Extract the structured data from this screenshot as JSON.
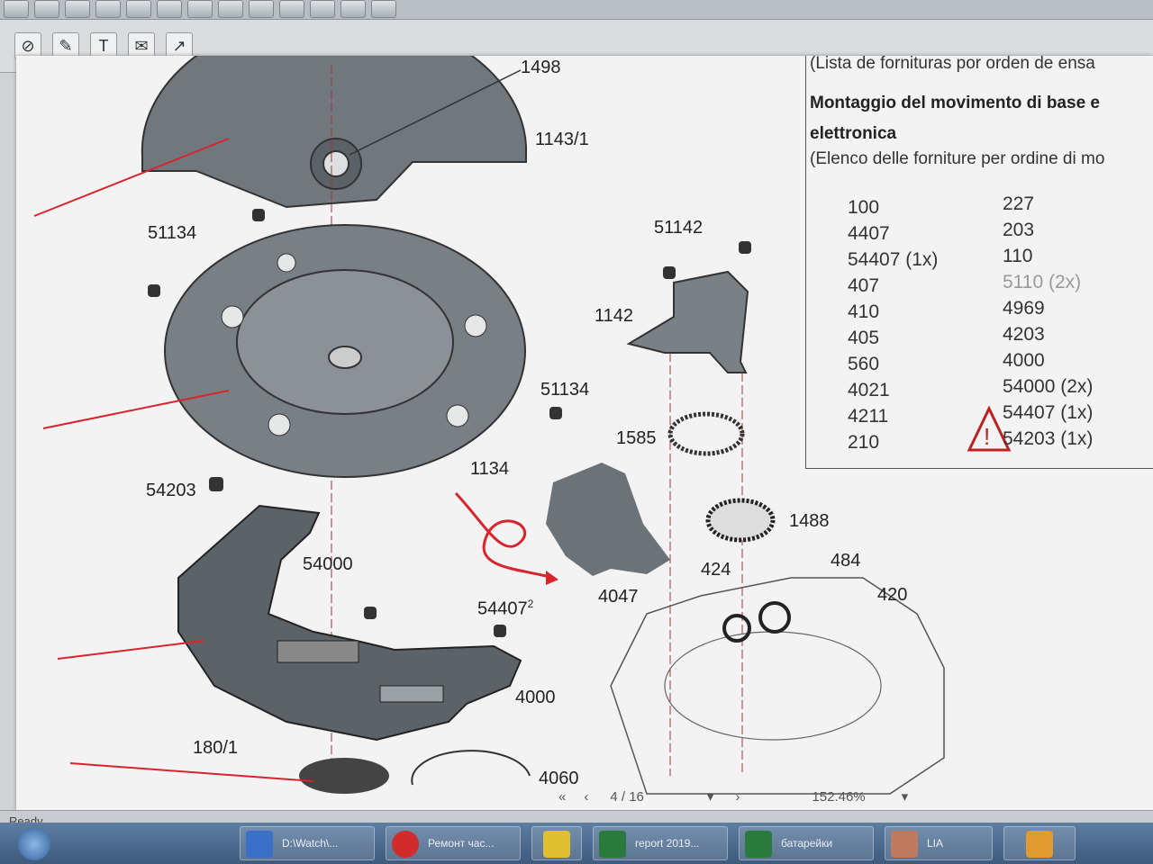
{
  "toolbar": {
    "top_buttons": [
      "open-icon",
      "print-icon",
      "email-icon",
      "back-icon",
      "forward-icon",
      "undo-icon",
      "redo-icon",
      "copy-icon",
      "paste-icon",
      "rotate-icon",
      "search-icon",
      "page-icon",
      "fit-icon"
    ],
    "tools": [
      "hide-icon",
      "edit-icon",
      "text-icon",
      "comment-icon",
      "arrow-icon"
    ]
  },
  "document": {
    "header_line": "(Lista de fornituras por orden de ensa",
    "title_it": "Montaggio del movimento di base e",
    "title_it2": "elettronica",
    "subtitle_it": "(Elenco delle forniture per ordine di mo",
    "col1": [
      "100",
      "4407",
      "54407 (1x)",
      "407",
      "410",
      "405",
      "560",
      "4021",
      "4211",
      "210"
    ],
    "col2": [
      "227",
      "203",
      "110",
      "5110 (2x)",
      "4969",
      "4203",
      "4000",
      "54000 (2x)",
      "54407 (1x)",
      "54203 (1x)"
    ],
    "labels": {
      "l1498": "1498",
      "l1143": "1143/1",
      "l51134a": "51134",
      "l51142": "51142",
      "l1142": "1142",
      "l51134b": "51134",
      "l1585": "1585",
      "l1134": "1134",
      "l54203": "54203",
      "l1488": "1488",
      "l54000": "54000",
      "l424": "424",
      "l484": "484",
      "l420": "420",
      "l54407": "54407",
      "l54407sup": "2",
      "l4047": "4047",
      "l4000": "4000",
      "l180": "180/1",
      "l4060": "4060"
    }
  },
  "navigation": {
    "page_indicator": "4 / 16",
    "zoom": "152.46%"
  },
  "status": {
    "text": "Ready"
  },
  "taskbar": {
    "items": [
      {
        "label": "D:\\Watch\\...",
        "icon": "folder-icon"
      },
      {
        "label": "Ремонт час...",
        "icon": "opera-icon"
      },
      {
        "label": "",
        "icon": "bat-icon"
      },
      {
        "label": "report 2019...",
        "icon": "excel-icon"
      },
      {
        "label": "батарейки",
        "icon": "excel-icon"
      },
      {
        "label": "LIA",
        "icon": "app-icon"
      }
    ]
  },
  "colors": {
    "part_fill": "#6f767c",
    "part_dark": "#4d5358",
    "red_annotation": "#d9232d",
    "page_bg": "#f2f3f2"
  }
}
